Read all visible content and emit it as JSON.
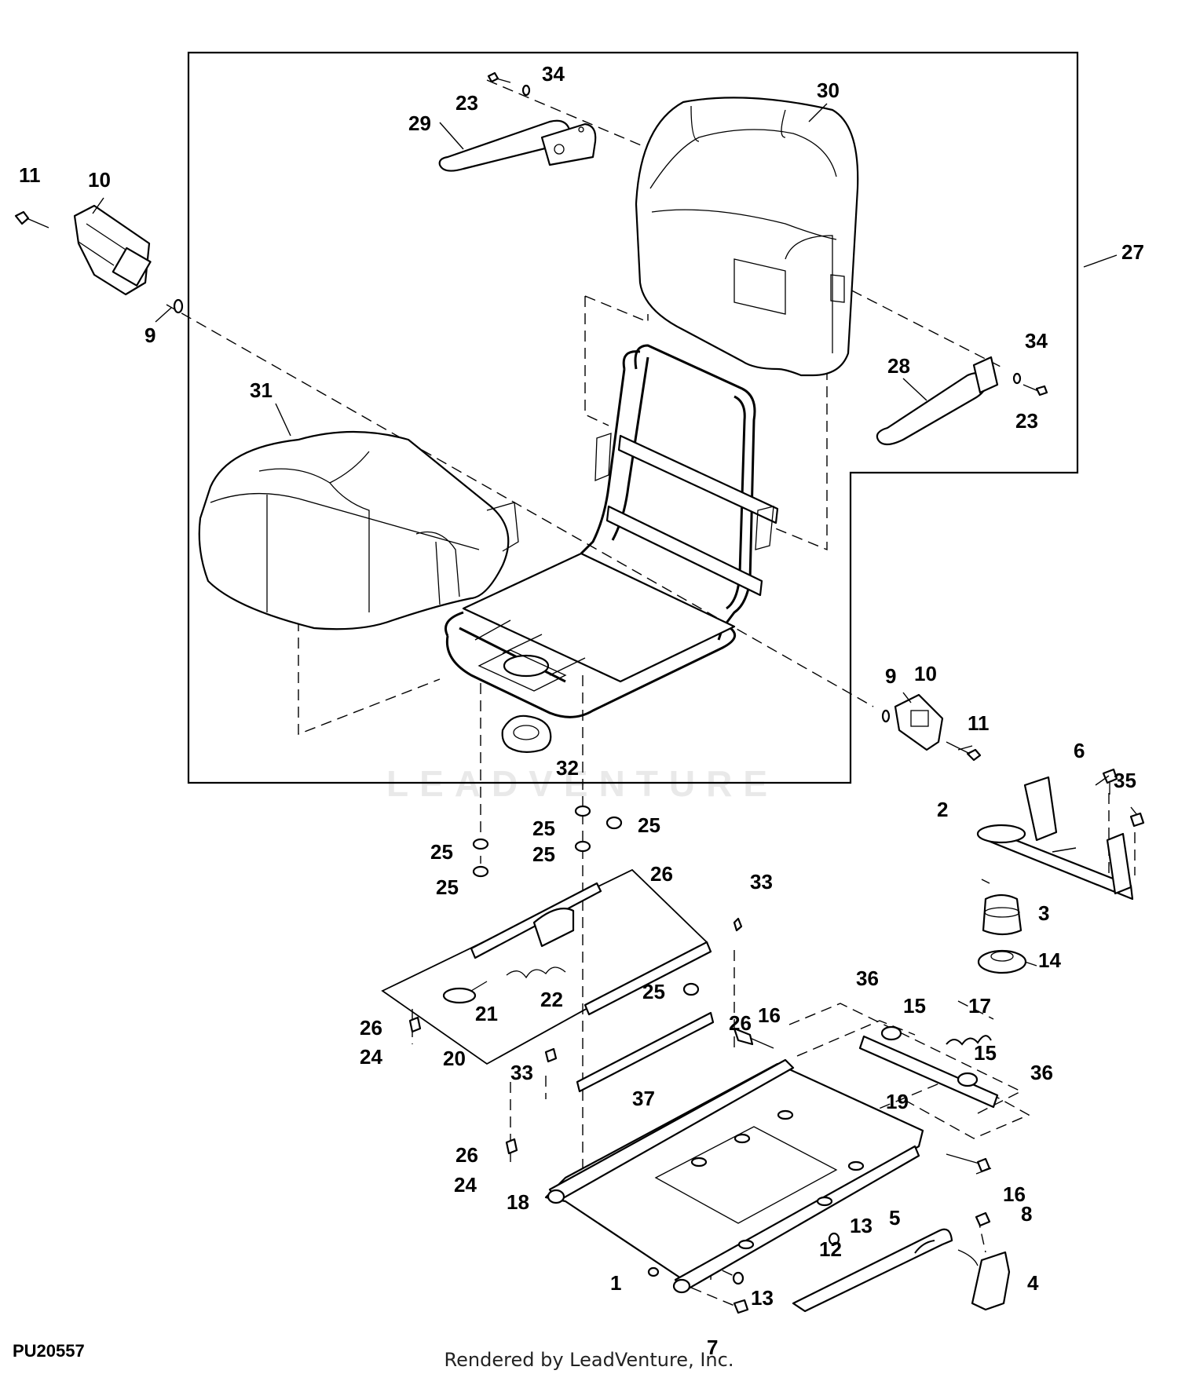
{
  "diagram": {
    "figure_id": "PU20557",
    "footer_credit": "Rendered by LeadVenture, Inc.",
    "watermark": "LEADVENTURE",
    "callouts": [
      "1",
      "2",
      "3",
      "4",
      "5",
      "6",
      "7",
      "8",
      "9",
      "9",
      "10",
      "10",
      "11",
      "11",
      "12",
      "13",
      "13",
      "14",
      "15",
      "15",
      "16",
      "16",
      "17",
      "18",
      "19",
      "20",
      "21",
      "22",
      "23",
      "23",
      "24",
      "24",
      "25",
      "25",
      "25",
      "25",
      "25",
      "25",
      "26",
      "26",
      "26",
      "26",
      "27",
      "28",
      "29",
      "30",
      "31",
      "32",
      "33",
      "33",
      "34",
      "34",
      "35",
      "36",
      "36",
      "37"
    ]
  }
}
